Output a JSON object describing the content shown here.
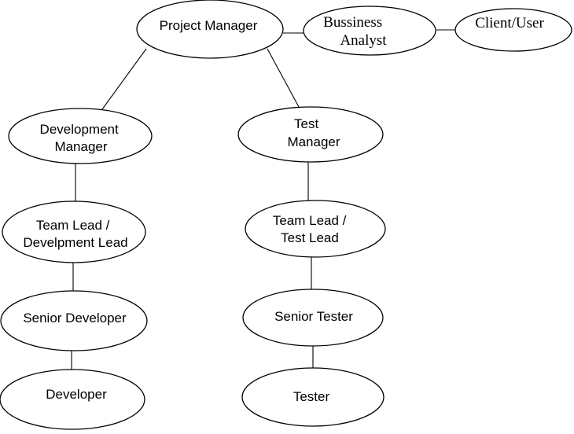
{
  "colors": {
    "stroke": "#000000",
    "fill": "#ffffff",
    "background": "#ffffff"
  },
  "nodes": {
    "project_manager": {
      "lines": [
        "Project Manager"
      ]
    },
    "business_analyst": {
      "lines": [
        "Bussiness",
        "Analyst"
      ]
    },
    "client_user": {
      "lines": [
        "Client/User"
      ]
    },
    "development_manager": {
      "lines": [
        "Development",
        "Manager"
      ]
    },
    "test_manager": {
      "lines": [
        "Test",
        "Manager"
      ]
    },
    "dev_team_lead": {
      "lines": [
        "Team Lead /",
        "Develpment Lead"
      ]
    },
    "test_team_lead": {
      "lines": [
        "Team Lead /",
        "Test Lead"
      ]
    },
    "senior_developer": {
      "lines": [
        "Senior Developer"
      ]
    },
    "senior_tester": {
      "lines": [
        "Senior Tester"
      ]
    },
    "developer": {
      "lines": [
        "Developer"
      ]
    },
    "tester": {
      "lines": [
        "Tester"
      ]
    }
  },
  "edges": [
    [
      "project_manager",
      "business_analyst"
    ],
    [
      "business_analyst",
      "client_user"
    ],
    [
      "project_manager",
      "development_manager"
    ],
    [
      "project_manager",
      "test_manager"
    ],
    [
      "development_manager",
      "dev_team_lead"
    ],
    [
      "dev_team_lead",
      "senior_developer"
    ],
    [
      "senior_developer",
      "developer"
    ],
    [
      "test_manager",
      "test_team_lead"
    ],
    [
      "test_team_lead",
      "senior_tester"
    ],
    [
      "senior_tester",
      "tester"
    ]
  ]
}
